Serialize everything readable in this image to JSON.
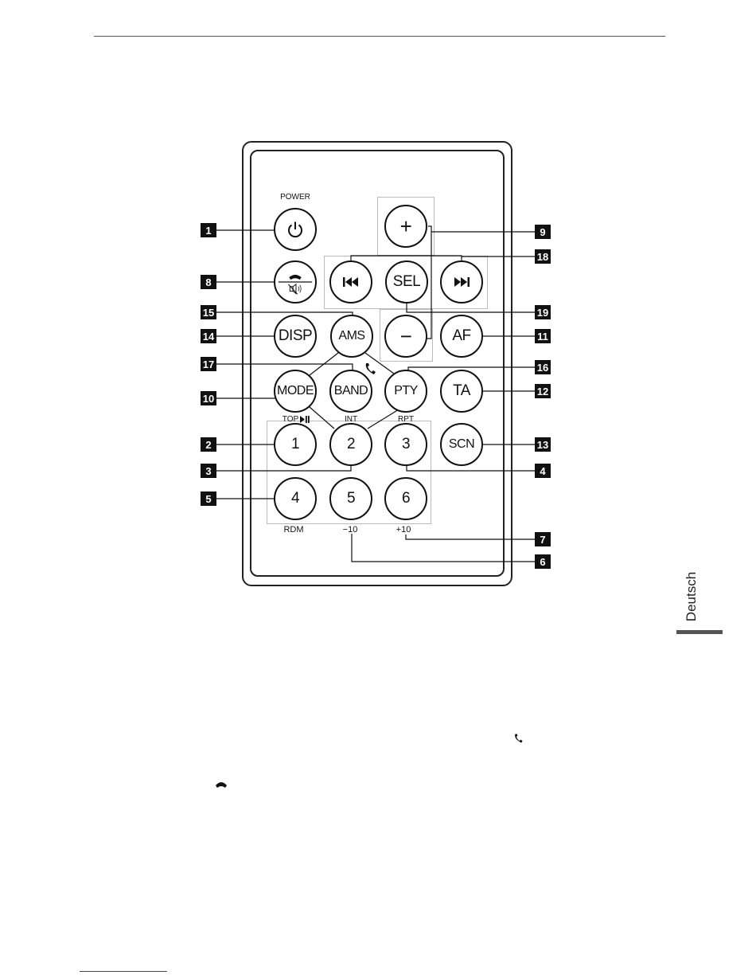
{
  "page": {
    "side_tab": "Deutsch"
  },
  "labels": {
    "power": "POWER",
    "top": "TOP",
    "int": "INT",
    "rpt": "RPT",
    "rdm": "RDM",
    "minus10": "−10",
    "plus10": "+10"
  },
  "buttons": {
    "plus": "+",
    "sel": "SEL",
    "minus": "−",
    "disp": "DISP",
    "ams": "AMS",
    "af": "AF",
    "mode": "MODE",
    "band": "BAND",
    "pty": "PTY",
    "ta": "TA",
    "b1": "1",
    "b2": "2",
    "b3": "3",
    "scn": "SCN",
    "b4": "4",
    "b5": "5",
    "b6": "6"
  },
  "callouts": {
    "c1": "1",
    "c2": "2",
    "c3": "3",
    "c4": "4",
    "c5": "5",
    "c6": "6",
    "c7": "7",
    "c8": "8",
    "c9": "9",
    "c10": "10",
    "c11": "11",
    "c12": "12",
    "c13": "13",
    "c14": "14",
    "c15": "15",
    "c16": "16",
    "c17": "17",
    "c18": "18",
    "c19": "19"
  },
  "icons": {
    "power": "power-icon",
    "hangup_mute": "hangup-mute-icon",
    "prev": "skip-previous-icon",
    "next": "skip-next-icon",
    "answer": "phone-answer-icon",
    "play_pause": "play-pause-icon"
  }
}
